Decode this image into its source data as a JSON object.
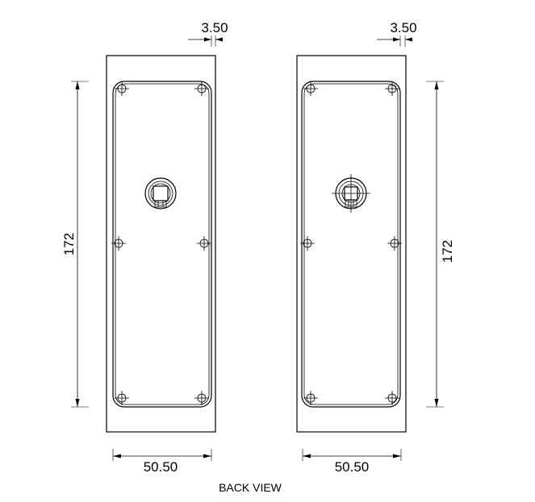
{
  "drawing": {
    "caption": "BACK VIEW",
    "left_view": {
      "height_dim": "172",
      "width_dim": "50.50",
      "edge_dim": "3.50",
      "spindle": "square-spindle-hub"
    },
    "right_view": {
      "height_dim": "172",
      "width_dim": "50.50",
      "edge_dim": "3.50",
      "spindle": "cross-marked-spindle-hub"
    },
    "colors": {
      "line": "#000000",
      "background": "#ffffff"
    }
  }
}
